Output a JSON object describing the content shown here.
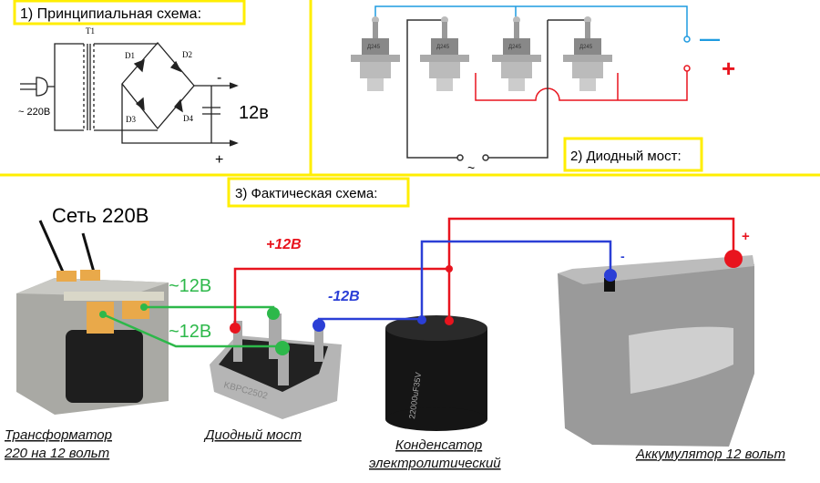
{
  "panel1": {
    "title": "1) Принципиальная схема:",
    "transformer": "T1",
    "input": "~ 220В",
    "diodes": [
      "D1",
      "D2",
      "D3",
      "D4"
    ],
    "minus": "-",
    "plus": "+",
    "output": "12в"
  },
  "panel2": {
    "title": "2) Диодный мост:",
    "diode_marking": "Д245",
    "minus": "—",
    "plus": "+",
    "ac": "~"
  },
  "panel3": {
    "title": "3) Фактическая схема:",
    "mains": "Сеть 220В",
    "ac1": "~12В",
    "ac2": "~12В",
    "pos": "+12В",
    "neg": "-12В",
    "bat_minus": "-",
    "bat_plus": "+",
    "bridge_marking": "KBPC2502",
    "cap_marking": "22000uF35V",
    "captions": {
      "transformer_1": "Трансформатор",
      "transformer_2": "220 на 12 вольт",
      "bridge": "Диодный мост",
      "capacitor_1": "Конденсатор",
      "capacitor_2": "электролитический",
      "battery": "Аккумулятор 12 вольт"
    }
  },
  "colors": {
    "frame": "#ffee00",
    "positive": "#e8141e",
    "negative": "#2b3fd6",
    "ac": "#2db84a",
    "schematic_blue": "#1f9be0"
  }
}
